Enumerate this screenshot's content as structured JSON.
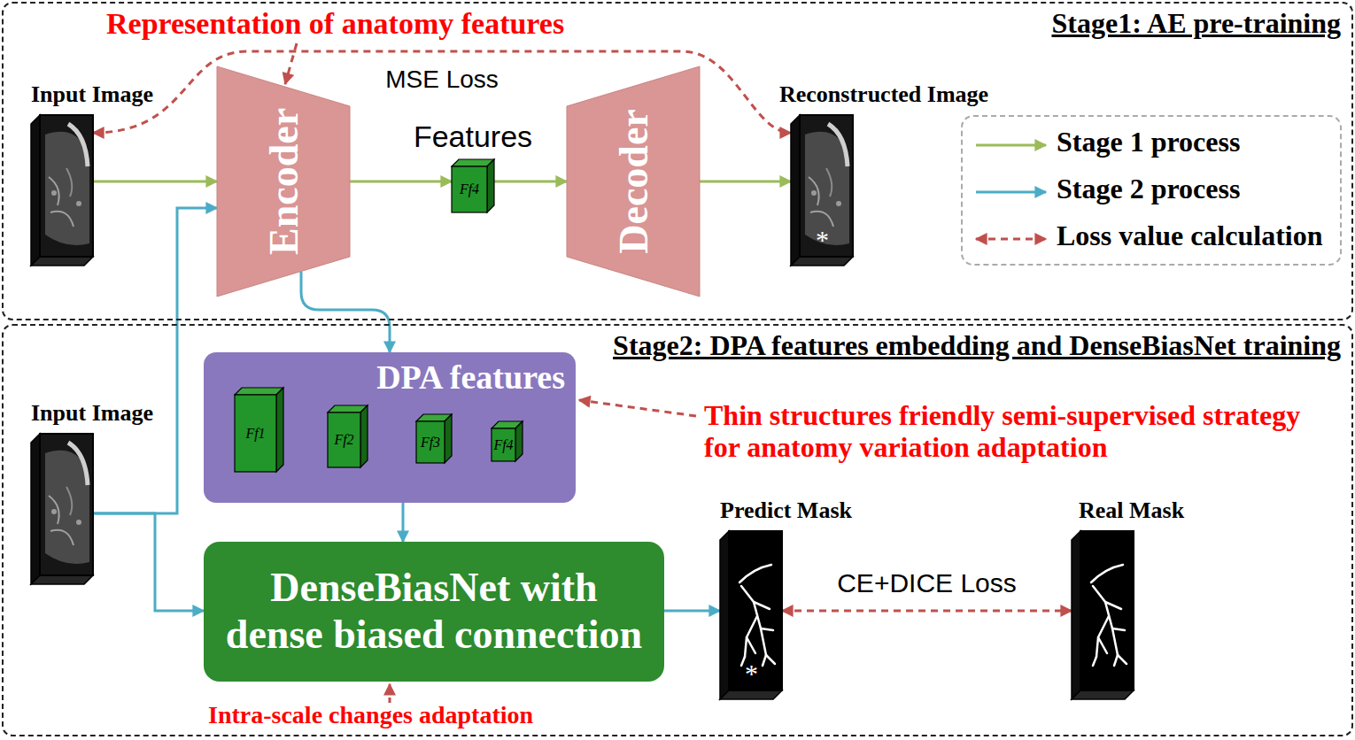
{
  "diagram": {
    "nodes": [
      {
        "text": [
          "Stage1: AE pre-training"
        ]
      },
      {
        "text": [
          "Input Image"
        ],
        "in": 0
      },
      {
        "text": [
          "Encoder"
        ],
        "in": 0
      },
      {
        "text": [
          "Features",
          "Ff4"
        ],
        "in": 0
      },
      {
        "text": [
          "Decoder"
        ],
        "in": 0
      },
      {
        "text": [
          "Reconstructed Image",
          "*"
        ],
        "in": 0
      },
      {
        "text": [
          "Stage2: DPA features embedding and DenseBiasNet training"
        ]
      },
      {
        "text": [
          "Input Image"
        ],
        "in": 6
      },
      {
        "text": [
          "DPA features"
        ],
        "in": 6
      },
      {
        "text": [
          "Ff1"
        ],
        "in": 8
      },
      {
        "text": [
          "Ff2"
        ],
        "in": 8
      },
      {
        "text": [
          "Ff3"
        ],
        "in": 8
      },
      {
        "text": [
          "Ff4"
        ],
        "in": 8
      },
      {
        "text": [
          "DenseBiasNet with dense biased connection"
        ],
        "in": 6
      },
      {
        "text": [
          "Predict Mask",
          "*"
        ],
        "in": 6
      },
      {
        "text": [
          "Real Mask"
        ],
        "in": 6
      }
    ],
    "edges": [
      {
        "from": 1,
        "to": 2,
        "arrow": "to"
      },
      {
        "from": 2,
        "to": 3,
        "arrow": "to"
      },
      {
        "from": 3,
        "to": 4,
        "arrow": "to"
      },
      {
        "from": 4,
        "to": 5,
        "arrow": "to"
      },
      {
        "from": 1,
        "to": 5,
        "label": "MSE Loss",
        "arrow": "both"
      },
      {
        "from": 7,
        "to": 2,
        "arrow": "to"
      },
      {
        "from": 7,
        "to": 13,
        "arrow": "to"
      },
      {
        "from": 2,
        "to": 8,
        "arrow": "to"
      },
      {
        "from": 8,
        "to": 13,
        "arrow": "to"
      },
      {
        "from": 13,
        "to": 14,
        "arrow": "to"
      },
      {
        "from": 14,
        "to": 15,
        "label": "CE+DICE Loss",
        "arrow": "both"
      }
    ],
    "labels": [
      "Representation of anatomy features",
      "Thin structures friendly semi-supervised strategy for anatomy variation adaptation",
      "Intra-scale changes adaptation"
    ],
    "legend": [
      {
        "text": "Stage 1 process"
      },
      {
        "text": "Stage 2 process"
      },
      {
        "text": "Loss value calculation"
      }
    ]
  }
}
